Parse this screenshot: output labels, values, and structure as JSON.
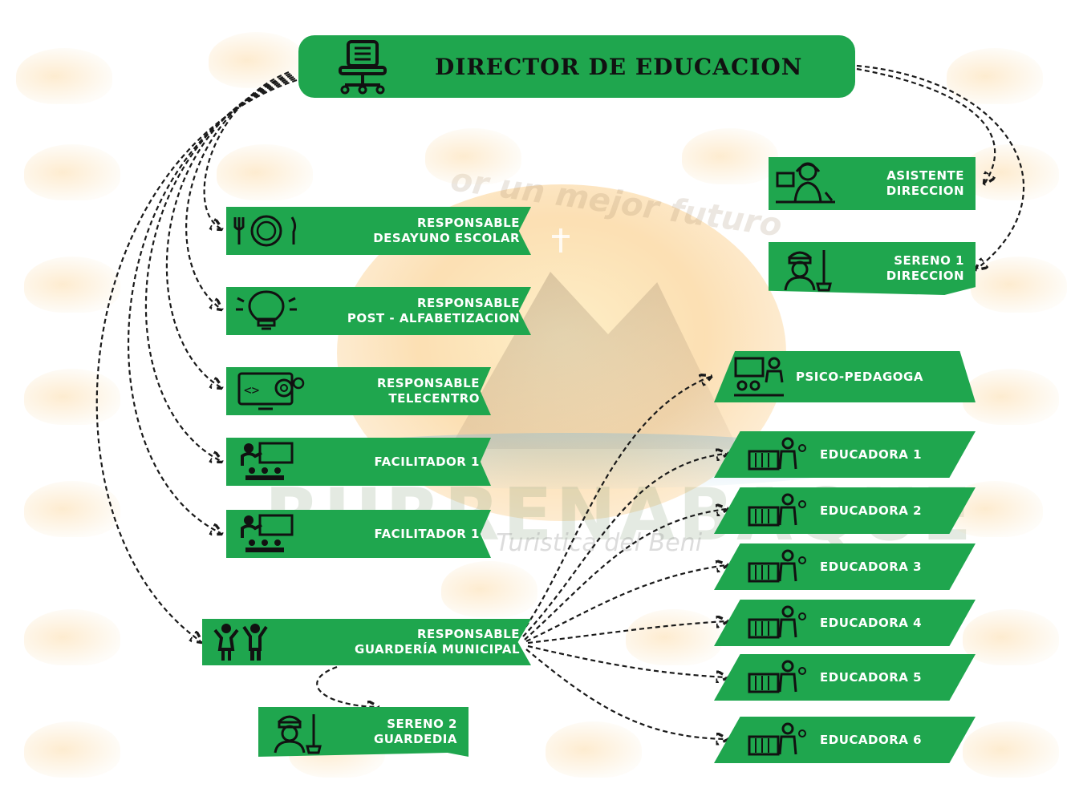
{
  "colors": {
    "box": "#1fa64e",
    "connector": "#1a1a1a",
    "director_text": "#111111",
    "label_text": "#ffffff"
  },
  "watermark": {
    "slogan": "or un mejor futuro",
    "brand": "RURRENABAQUE",
    "sub": "... Turistica del Beni"
  },
  "director": {
    "label": "DIRECTOR DE EDUCACION",
    "icon": "office-chair-icon"
  },
  "asistente": {
    "line1": "ASISTENTE",
    "line2": "DIRECCION",
    "icon": "secretary-icon"
  },
  "sereno1": {
    "line1": "SERENO 1",
    "line2": "DIRECCION",
    "icon": "janitor-icon"
  },
  "desayuno": {
    "line1": "RESPONSABLE",
    "line2": "DESAYUNO ESCOLAR",
    "icon": "plate-cutlery-icon"
  },
  "postalfa": {
    "line1": "RESPONSABLE",
    "line2": "POST - ALFABETIZACION",
    "icon": "lightbulb-icon"
  },
  "telecentro": {
    "line1": "RESPONSABLE",
    "line2": "TELECENTRO",
    "icon": "computer-code-gear-icon"
  },
  "facilitador_a": {
    "label": "FACILITADOR 1",
    "icon": "teacher-board-icon"
  },
  "facilitador_b": {
    "label": "FACILITADOR 1",
    "icon": "teacher-board-icon"
  },
  "guarderia": {
    "line1": "RESPONSABLE",
    "line2": "GUARDERÍA MUNICIPAL",
    "icon": "children-icon"
  },
  "sereno2": {
    "line1": "SERENO 2",
    "line2": "GUARDEDIA",
    "icon": "janitor-icon"
  },
  "psico": {
    "label": "PSICO-PEDAGOGA",
    "icon": "classroom-icon"
  },
  "educadoras": [
    {
      "label": "EDUCADORA 1",
      "icon": "crib-caregiver-icon"
    },
    {
      "label": "EDUCADORA 2",
      "icon": "crib-caregiver-icon"
    },
    {
      "label": "EDUCADORA 3",
      "icon": "crib-caregiver-icon"
    },
    {
      "label": "EDUCADORA 4",
      "icon": "crib-caregiver-icon"
    },
    {
      "label": "EDUCADORA 5",
      "icon": "crib-caregiver-icon"
    },
    {
      "label": "EDUCADORA 6",
      "icon": "crib-caregiver-icon"
    }
  ]
}
